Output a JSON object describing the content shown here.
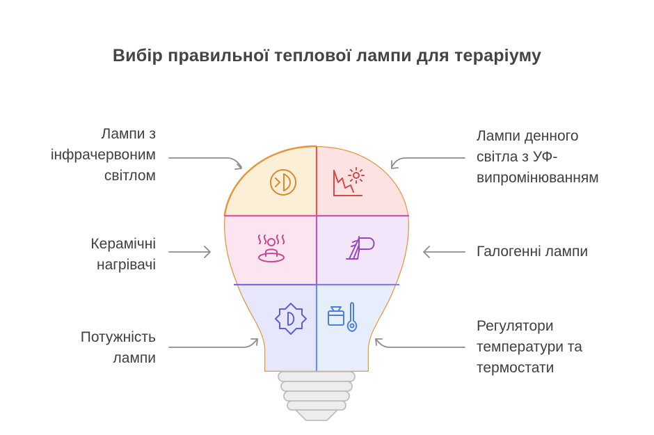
{
  "title": "Вибір правильної теплової лампи для тераріуму",
  "items": [
    {
      "id": "ir",
      "lines": [
        "Лампи з",
        "інфрачервоним",
        "світлом"
      ],
      "icon": "infrared-lamp-icon",
      "color": "#e3973e"
    },
    {
      "id": "uv",
      "lines": [
        "Лампи денного",
        "світла з УФ-",
        "випромінюванням"
      ],
      "icon": "sun-landscape-icon",
      "color": "#e0555a"
    },
    {
      "id": "ceramic",
      "lines": [
        "Керамічні",
        "нагрівачі"
      ],
      "icon": "heat-person-icon",
      "color": "#d85a9c"
    },
    {
      "id": "halogen",
      "lines": [
        "Галогенні лампи"
      ],
      "icon": "halogen-lamp-icon",
      "color": "#a35bd0"
    },
    {
      "id": "power",
      "lines": [
        "Потужність",
        "лампи"
      ],
      "icon": "power-gear-icon",
      "color": "#6b6fe0"
    },
    {
      "id": "regulators",
      "lines": [
        "Регулятори",
        "температури та",
        "термостати"
      ],
      "icon": "thermostat-icon",
      "color": "#5b8fe0"
    }
  ]
}
